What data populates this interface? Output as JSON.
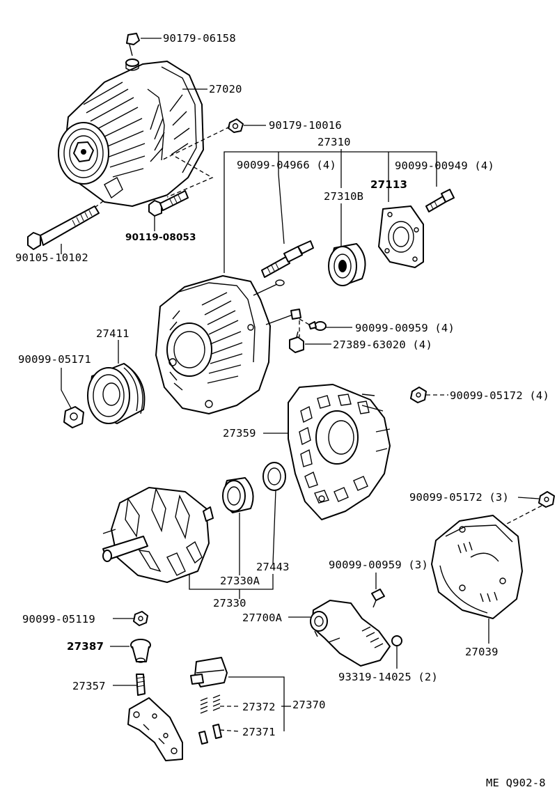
{
  "labels": {
    "nut_top": "90179-06158",
    "alternator_assy": "27020",
    "nut_10016": "90179-10016",
    "rectifier_end_frame_assy": "27310",
    "stud_04966": "90099-04966 (4)",
    "screw_00949": "90099-00949 (4)",
    "insulator_27113": "27113",
    "bearing_27310b": "27310B",
    "bolt_08053": "90119-08053",
    "bolt_10102": "90105-10102",
    "screw_00959_4": "90099-00959 (4)",
    "terminal_63020": "27389-63020 (4)",
    "pulley": "27411",
    "nut_05171": "90099-05171",
    "nut_05172_4": "90099-05172 (4)",
    "drive_end_frame": "27359",
    "nut_05172_3": "90099-05172 (3)",
    "retainer_27443": "27443",
    "rotor_27330a": "27330A",
    "rotor_assy": "27330",
    "screw_00959_3": "90099-00959 (3)",
    "regulator": "27700A",
    "rear_cover": "27039",
    "nut_05119": "90099-05119",
    "insulator_27387": "27387",
    "rectifier_holder": "27357",
    "screw_14025": "93319-14025 (2)",
    "spring": "27372",
    "brush_holder_assy": "27370",
    "brush": "27371",
    "drawing_code": "ME Q902-8"
  }
}
